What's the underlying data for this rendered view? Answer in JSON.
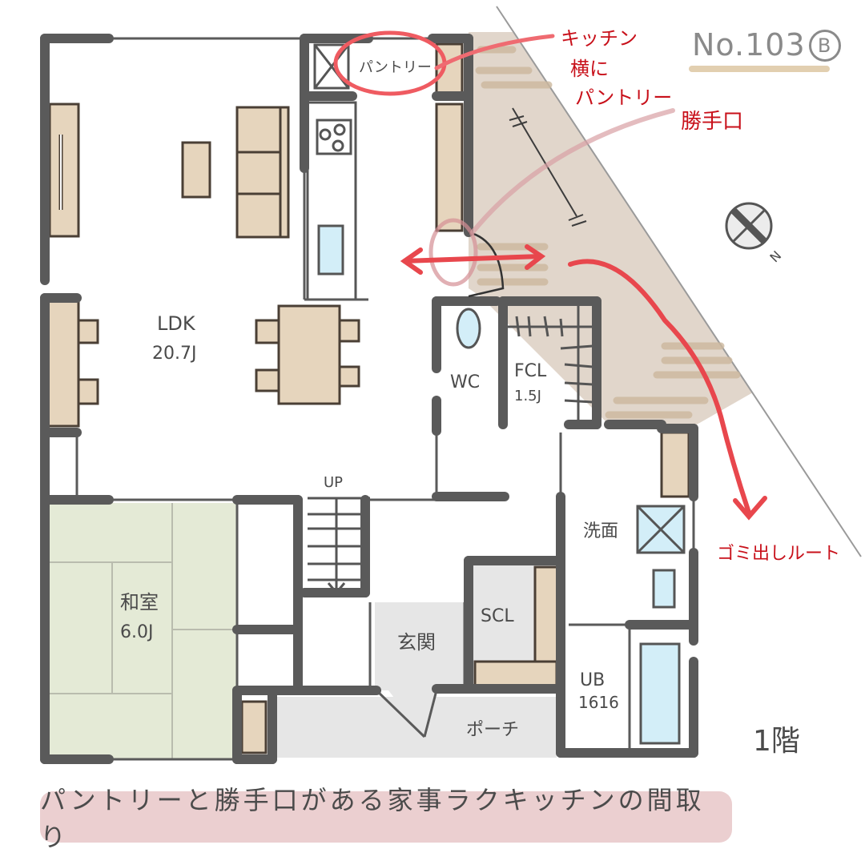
{
  "header": {
    "plan_number": "No.103",
    "variant": "B"
  },
  "rooms": {
    "ldk": {
      "name": "LDK",
      "size": "20.7J"
    },
    "washitsu": {
      "name": "和室",
      "size": "6.0J"
    },
    "wc": {
      "name": "WC"
    },
    "fcl": {
      "name": "FCL",
      "size": "1.5J"
    },
    "pantry": {
      "name": "パントリー"
    },
    "senmen": {
      "name": "洗面"
    },
    "ub": {
      "name": "UB",
      "size": "1616"
    },
    "genkan": {
      "name": "玄関"
    },
    "scl": {
      "name": "SCL"
    },
    "porch": {
      "name": "ポーチ"
    },
    "stairs": {
      "label": "UP"
    }
  },
  "annotations": {
    "kitchen_pantry": [
      "キッチン",
      "横に",
      "パントリー"
    ],
    "service_door": "勝手口",
    "garbage_route": "ゴミ出しルート"
  },
  "compass": {
    "direction": "N"
  },
  "floor_label": "1階",
  "caption": "パントリーと勝手口がある家事ラクキッチンの間取り",
  "colors": {
    "wall": "#5a5a5a",
    "furniture": "#e6d5bd",
    "tatami": "#e4ead6",
    "fixture_blue": "#d3eef8",
    "outdoor": "#e1d6cb",
    "porch": "#e6e6e6",
    "annotation_red": "#c8101a",
    "route_red": "#e8474d",
    "caption_bg": "#ebcfd0"
  }
}
